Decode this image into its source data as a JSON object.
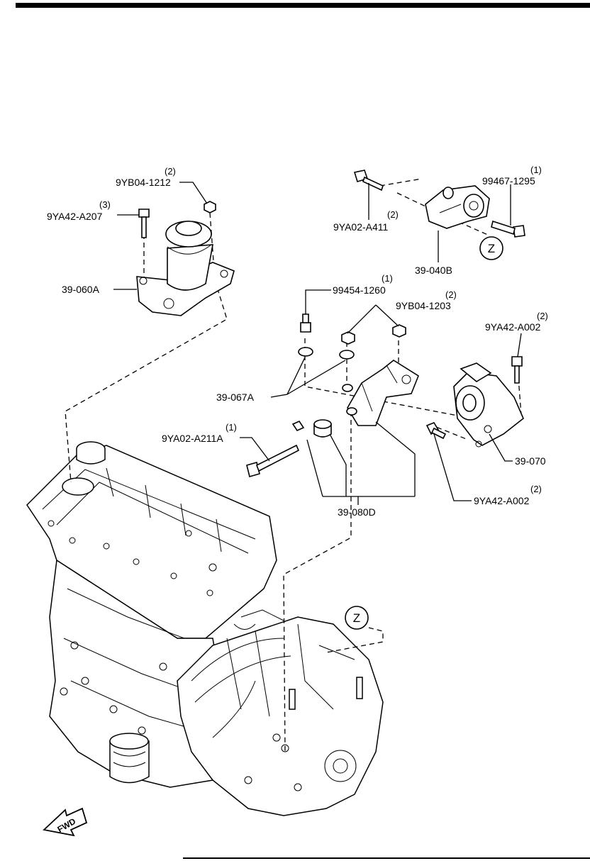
{
  "callouts": [
    {
      "id": "9YB04-1212",
      "text": "9YB04-1212",
      "qty": "(2)"
    },
    {
      "id": "9YA42-A207",
      "text": "9YA42-A207",
      "qty": "(3)"
    },
    {
      "id": "39-060A",
      "text": "39-060A",
      "qty": ""
    },
    {
      "id": "99467-1295",
      "text": "99467-1295",
      "qty": "(1)"
    },
    {
      "id": "9YA02-A411",
      "text": "9YA02-A411",
      "qty": "(2)"
    },
    {
      "id": "39-040B",
      "text": "39-040B",
      "qty": ""
    },
    {
      "id": "99454-1260",
      "text": "99454-1260",
      "qty": "(1)"
    },
    {
      "id": "9YB04-1203",
      "text": "9YB04-1203",
      "qty": "(2)"
    },
    {
      "id": "9YA42-A002-top",
      "text": "9YA42-A002",
      "qty": "(2)"
    },
    {
      "id": "39-067A",
      "text": "39-067A",
      "qty": ""
    },
    {
      "id": "9YA02-A211A",
      "text": "9YA02-A211A",
      "qty": "(1)"
    },
    {
      "id": "39-070",
      "text": "39-070",
      "qty": ""
    },
    {
      "id": "9YA42-A002-bottom",
      "text": "9YA42-A002",
      "qty": "(2)"
    },
    {
      "id": "39-080D",
      "text": "39-080D",
      "qty": ""
    }
  ],
  "view_markers": [
    "Z",
    "Z"
  ],
  "direction_arrow": "FWD"
}
